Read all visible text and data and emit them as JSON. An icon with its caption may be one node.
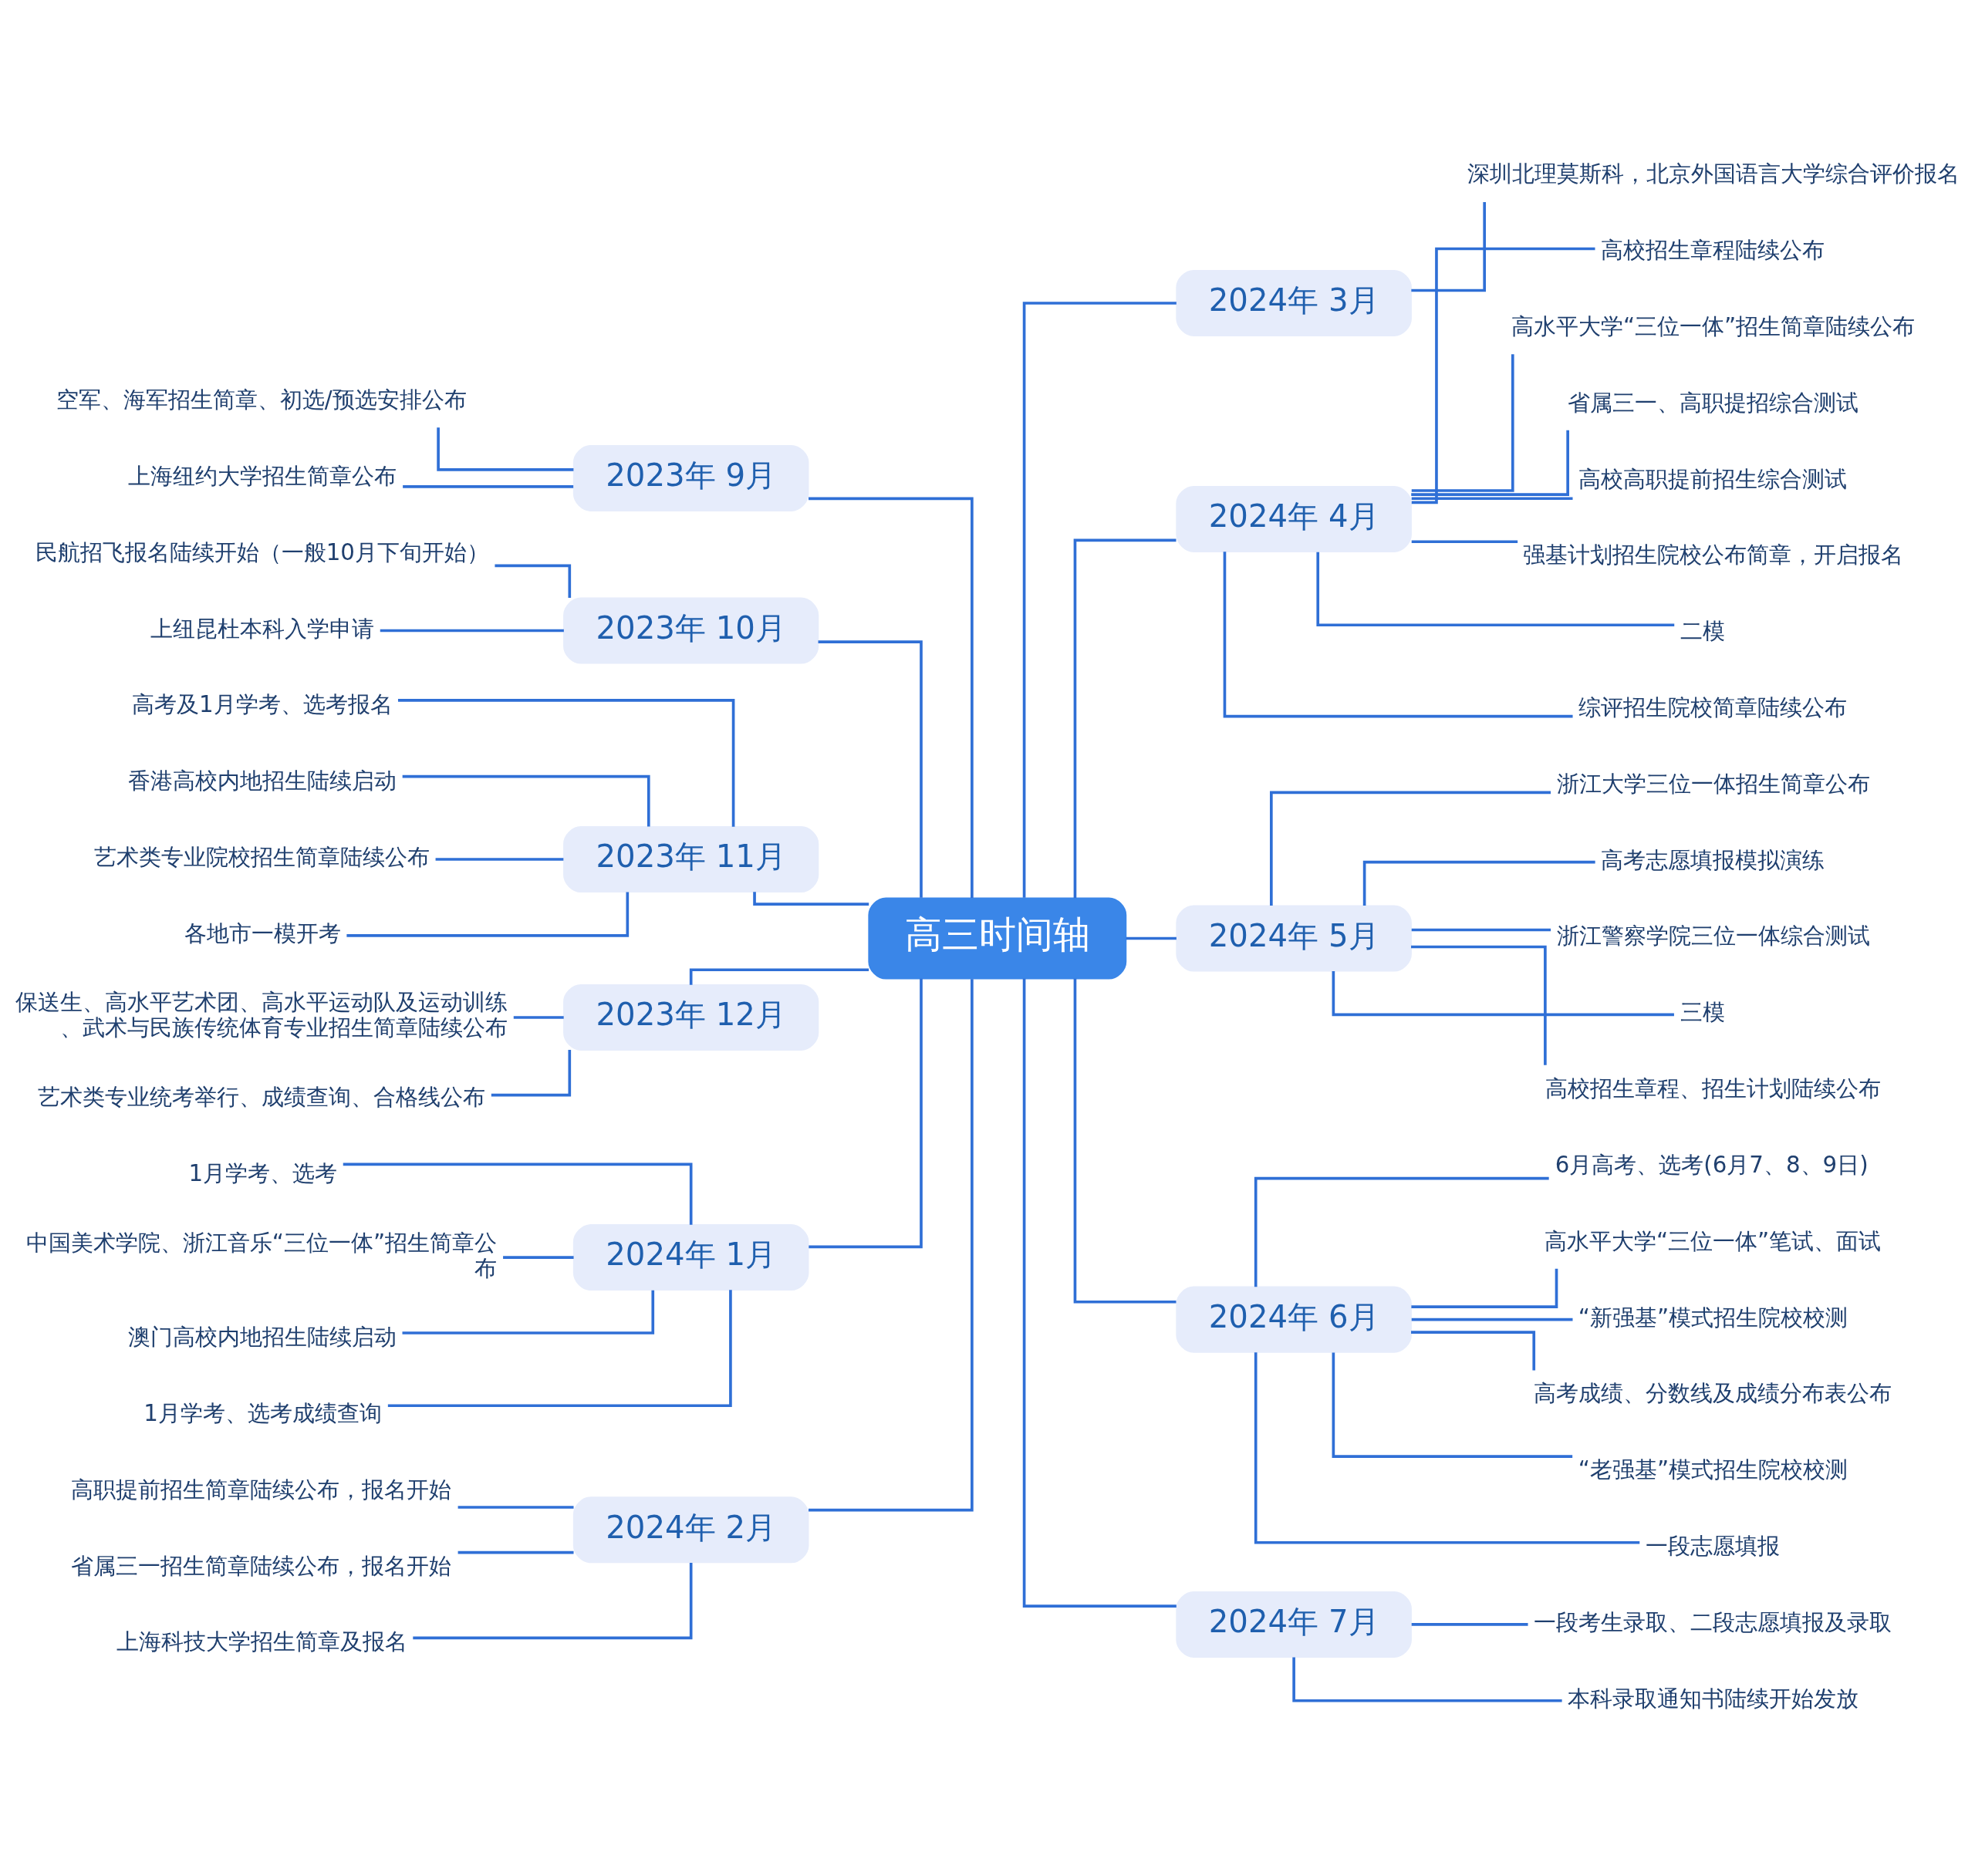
{
  "diagram": {
    "nodes": [
      {
        "text": [
          "高三时间轴"
        ]
      },
      {
        "text": [
          "2023年 9月"
        ]
      },
      {
        "text": [
          "空军、海军招生简章、初选/预选安排公布"
        ]
      },
      {
        "text": [
          "上海纽约大学招生简章公布"
        ]
      },
      {
        "text": [
          "2023年 10月"
        ]
      },
      {
        "text": [
          "民航招飞报名陆续开始（一般10月下旬开始）"
        ]
      },
      {
        "text": [
          "上纽昆杜本科入学申请"
        ]
      },
      {
        "text": [
          "2023年 11月"
        ]
      },
      {
        "text": [
          "高考及1月学考、选考报名"
        ]
      },
      {
        "text": [
          "香港高校内地招生陆续启动"
        ]
      },
      {
        "text": [
          "艺术类专业院校招生简章陆续公布"
        ]
      },
      {
        "text": [
          "各地市一模开考"
        ]
      },
      {
        "text": [
          "2023年 12月"
        ]
      },
      {
        "text": [
          "保送生、高水平艺术团、高水平运动队及运动训练、武术与民族传统体育专业招生简章陆续公布"
        ]
      },
      {
        "text": [
          "艺术类专业统考举行、成绩查询、合格线公布"
        ]
      },
      {
        "text": [
          "2024年 1月"
        ]
      },
      {
        "text": [
          "1月学考、选考"
        ]
      },
      {
        "text": [
          "中国美术学院、浙江音乐“三位一体”招生简章公布"
        ]
      },
      {
        "text": [
          "澳门高校内地招生陆续启动"
        ]
      },
      {
        "text": [
          "1月学考、选考成绩查询"
        ]
      },
      {
        "text": [
          "2024年 2月"
        ]
      },
      {
        "text": [
          "高职提前招生简章陆续公布，报名开始"
        ]
      },
      {
        "text": [
          "省属三一招生简章陆续公布，报名开始"
        ]
      },
      {
        "text": [
          "上海科技大学招生简章及报名"
        ]
      },
      {
        "text": [
          "2024年 3月"
        ]
      },
      {
        "text": [
          "深圳北理莫斯科，北京外国语言大学综合评价报名"
        ]
      },
      {
        "text": [
          "2024年 4月"
        ]
      },
      {
        "text": [
          "高校招生章程陆续公布"
        ]
      },
      {
        "text": [
          "高水平大学“三位一体”招生简章陆续公布"
        ]
      },
      {
        "text": [
          "省属三一、高职提招综合测试"
        ]
      },
      {
        "text": [
          "高校高职提前招生综合测试"
        ]
      },
      {
        "text": [
          "强基计划招生院校公布简章，开启报名"
        ]
      },
      {
        "text": [
          "二模"
        ]
      },
      {
        "text": [
          "综评招生院校简章陆续公布"
        ]
      },
      {
        "text": [
          "2024年 5月"
        ]
      },
      {
        "text": [
          "浙江大学三位一体招生简章公布"
        ]
      },
      {
        "text": [
          "高考志愿填报模拟演练"
        ]
      },
      {
        "text": [
          "浙江警察学院三位一体综合测试"
        ]
      },
      {
        "text": [
          "三模"
        ]
      },
      {
        "text": [
          "高校招生章程、招生计划陆续公布"
        ]
      },
      {
        "text": [
          "2024年 6月"
        ]
      },
      {
        "text": [
          "6月高考、选考(6月7、8、9日)"
        ]
      },
      {
        "text": [
          "高水平大学“三位一体”笔试、面试"
        ]
      },
      {
        "text": [
          "“新强基”模式招生院校校测"
        ]
      },
      {
        "text": [
          "高考成绩、分数线及成绩分布表公布"
        ]
      },
      {
        "text": [
          "“老强基”模式招生院校校测"
        ]
      },
      {
        "text": [
          "一段志愿填报"
        ]
      },
      {
        "text": [
          "2024年 7月"
        ]
      },
      {
        "text": [
          "一段考生录取、二段志愿填报及录取"
        ]
      },
      {
        "text": [
          "本科录取通知书陆续开始发放"
        ]
      }
    ],
    "edges": [
      {
        "from": 0,
        "to": 1,
        "arrow": "none"
      },
      {
        "from": 1,
        "to": 2,
        "arrow": "none"
      },
      {
        "from": 1,
        "to": 3,
        "arrow": "none"
      },
      {
        "from": 0,
        "to": 4,
        "arrow": "none"
      },
      {
        "from": 4,
        "to": 5,
        "arrow": "none"
      },
      {
        "from": 4,
        "to": 6,
        "arrow": "none"
      },
      {
        "from": 0,
        "to": 7,
        "arrow": "none"
      },
      {
        "from": 7,
        "to": 8,
        "arrow": "none"
      },
      {
        "from": 7,
        "to": 9,
        "arrow": "none"
      },
      {
        "from": 7,
        "to": 10,
        "arrow": "none"
      },
      {
        "from": 7,
        "to": 11,
        "arrow": "none"
      },
      {
        "from": 0,
        "to": 12,
        "arrow": "none"
      },
      {
        "from": 12,
        "to": 13,
        "arrow": "none"
      },
      {
        "from": 12,
        "to": 14,
        "arrow": "none"
      },
      {
        "from": 0,
        "to": 15,
        "arrow": "none"
      },
      {
        "from": 15,
        "to": 16,
        "arrow": "none"
      },
      {
        "from": 15,
        "to": 17,
        "arrow": "none"
      },
      {
        "from": 15,
        "to": 18,
        "arrow": "none"
      },
      {
        "from": 15,
        "to": 19,
        "arrow": "none"
      },
      {
        "from": 0,
        "to": 20,
        "arrow": "none"
      },
      {
        "from": 20,
        "to": 21,
        "arrow": "none"
      },
      {
        "from": 20,
        "to": 22,
        "arrow": "none"
      },
      {
        "from": 20,
        "to": 23,
        "arrow": "none"
      },
      {
        "from": 0,
        "to": 24,
        "arrow": "none"
      },
      {
        "from": 24,
        "to": 25,
        "arrow": "none"
      },
      {
        "from": 0,
        "to": 26,
        "arrow": "none"
      },
      {
        "from": 26,
        "to": 27,
        "arrow": "none"
      },
      {
        "from": 26,
        "to": 28,
        "arrow": "none"
      },
      {
        "from": 26,
        "to": 29,
        "arrow": "none"
      },
      {
        "from": 26,
        "to": 30,
        "arrow": "none"
      },
      {
        "from": 26,
        "to": 31,
        "arrow": "none"
      },
      {
        "from": 26,
        "to": 32,
        "arrow": "none"
      },
      {
        "from": 26,
        "to": 33,
        "arrow": "none"
      },
      {
        "from": 0,
        "to": 34,
        "arrow": "none"
      },
      {
        "from": 34,
        "to": 35,
        "arrow": "none"
      },
      {
        "from": 34,
        "to": 36,
        "arrow": "none"
      },
      {
        "from": 34,
        "to": 37,
        "arrow": "none"
      },
      {
        "from": 34,
        "to": 38,
        "arrow": "none"
      },
      {
        "from": 34,
        "to": 39,
        "arrow": "none"
      },
      {
        "from": 0,
        "to": 40,
        "arrow": "none"
      },
      {
        "from": 40,
        "to": 41,
        "arrow": "none"
      },
      {
        "from": 40,
        "to": 42,
        "arrow": "none"
      },
      {
        "from": 40,
        "to": 43,
        "arrow": "none"
      },
      {
        "from": 40,
        "to": 44,
        "arrow": "none"
      },
      {
        "from": 40,
        "to": 45,
        "arrow": "none"
      },
      {
        "from": 40,
        "to": 46,
        "arrow": "none"
      },
      {
        "from": 0,
        "to": 47,
        "arrow": "none"
      },
      {
        "from": 47,
        "to": 48,
        "arrow": "none"
      },
      {
        "from": 47,
        "to": 49,
        "arrow": "none"
      }
    ]
  }
}
